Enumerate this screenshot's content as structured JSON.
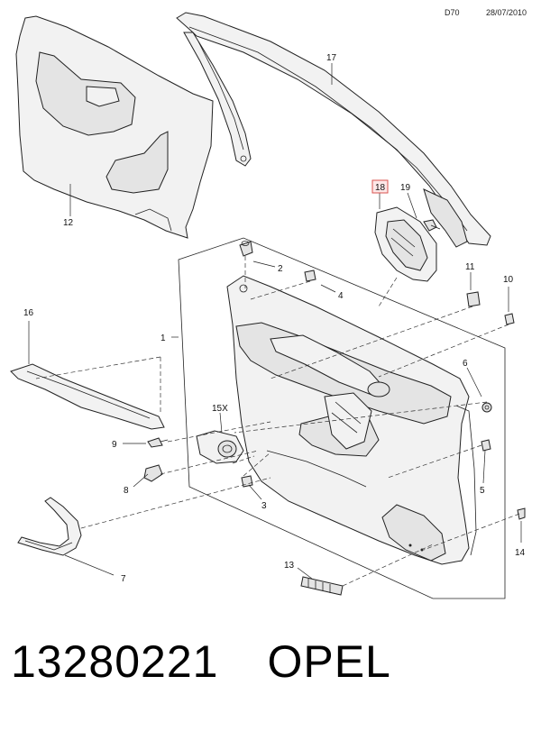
{
  "header": {
    "code": "D70",
    "date": "28/07/2010"
  },
  "parts": {
    "p1": "1",
    "p2": "2",
    "p3": "3",
    "p4": "4",
    "p5": "5",
    "p6": "6",
    "p7": "7",
    "p8": "8",
    "p9": "9",
    "p10": "10",
    "p11": "11",
    "p12": "12",
    "p13": "13",
    "p14": "14",
    "p15x": "15X",
    "p16": "16",
    "p17": "17",
    "p18": "18",
    "p19": "19"
  },
  "highlighted_part": "18",
  "footer": {
    "part_number": "13280221",
    "brand": "OPEL"
  },
  "colors": {
    "highlight": "#d9534f",
    "line": "#222222",
    "part_fill": "#f2f2f2"
  }
}
